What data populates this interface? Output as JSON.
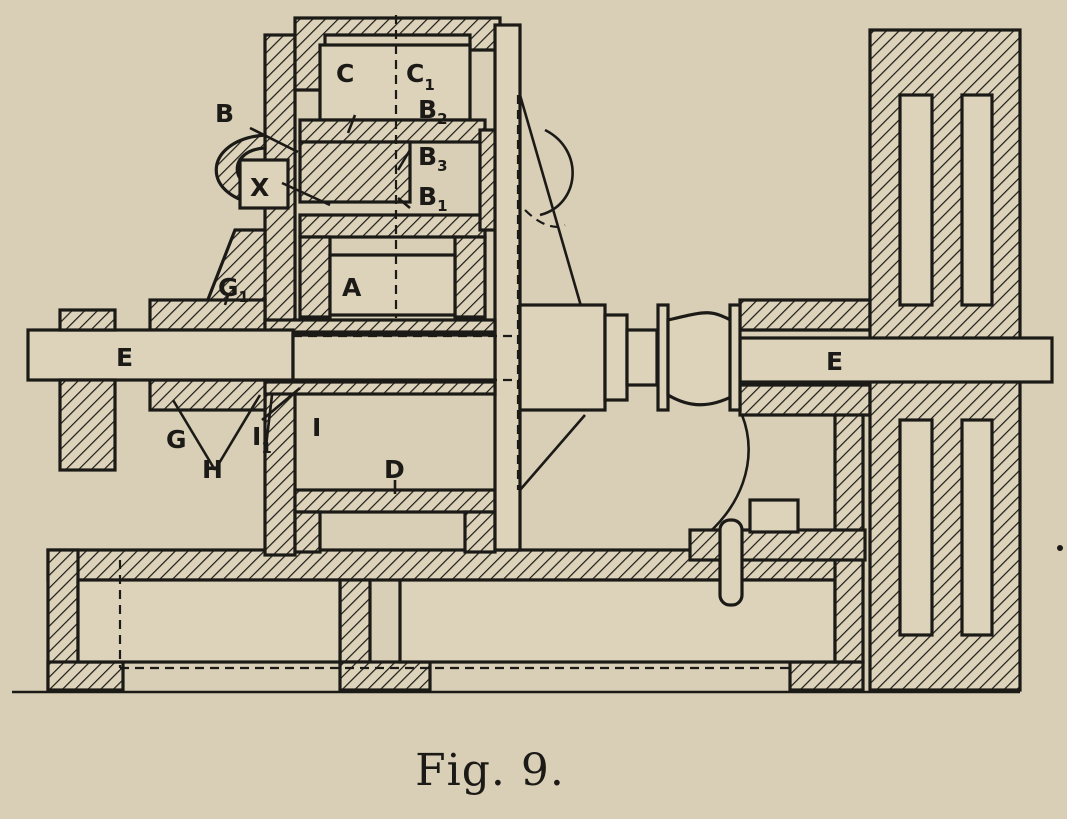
{
  "caption": "Fig. 9.",
  "labels": {
    "C": "C",
    "C1": "C",
    "C1_sub": "1",
    "B": "B",
    "B2": "B",
    "B2_sub": "2",
    "B3": "B",
    "B3_sub": "3",
    "B1": "B",
    "B1_sub": "1",
    "X": "X",
    "A": "A",
    "G1": "G",
    "G1_sub": "1",
    "E_left": "E",
    "E_right": "E",
    "G": "G",
    "H": "H",
    "I_left": "I",
    "I_left_sub": "1",
    "I_right": "I",
    "D": "D"
  }
}
